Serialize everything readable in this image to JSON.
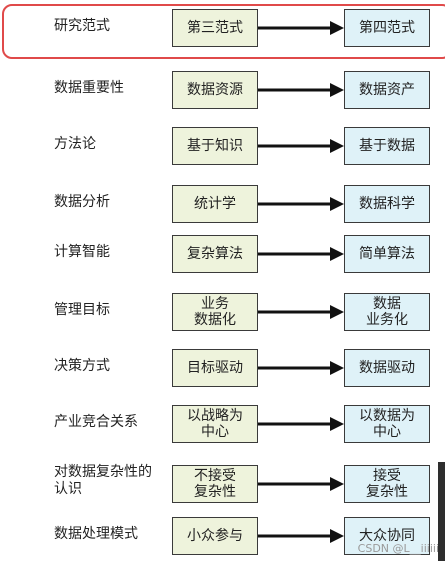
{
  "diagram": {
    "rows": [
      {
        "label": "研究范式",
        "from": "第三范式",
        "to": "第四范式"
      },
      {
        "label": "数据重要性",
        "from": "数据资源",
        "to": "数据资产"
      },
      {
        "label": "方法论",
        "from": "基于知识",
        "to": "基于数据"
      },
      {
        "label": "数据分析",
        "from": "统计学",
        "to": "数据科学"
      },
      {
        "label": "计算智能",
        "from": "复杂算法",
        "to": "简单算法"
      },
      {
        "label": "管理目标",
        "from": "业务\n数据化",
        "to": "数据\n业务化"
      },
      {
        "label": "决策方式",
        "from": "目标驱动",
        "to": "数据驱动"
      },
      {
        "label": "产业竞合关系",
        "from": "以战略为\n中心",
        "to": "以数据为\n中心"
      },
      {
        "label": "对数据复杂性的\n认识",
        "from": "不接受\n复杂性",
        "to": "接受\n复杂性"
      },
      {
        "label": "数据处理模式",
        "from": "小众参与",
        "to": "大众协同"
      }
    ],
    "highlighted_row": 0,
    "colors": {
      "from_box": "#eef3dc",
      "to_box": "#dff2f8",
      "arrow": "#111111",
      "highlight": "#e04a4a"
    }
  },
  "watermark": "CSDN @L__iiiiii"
}
